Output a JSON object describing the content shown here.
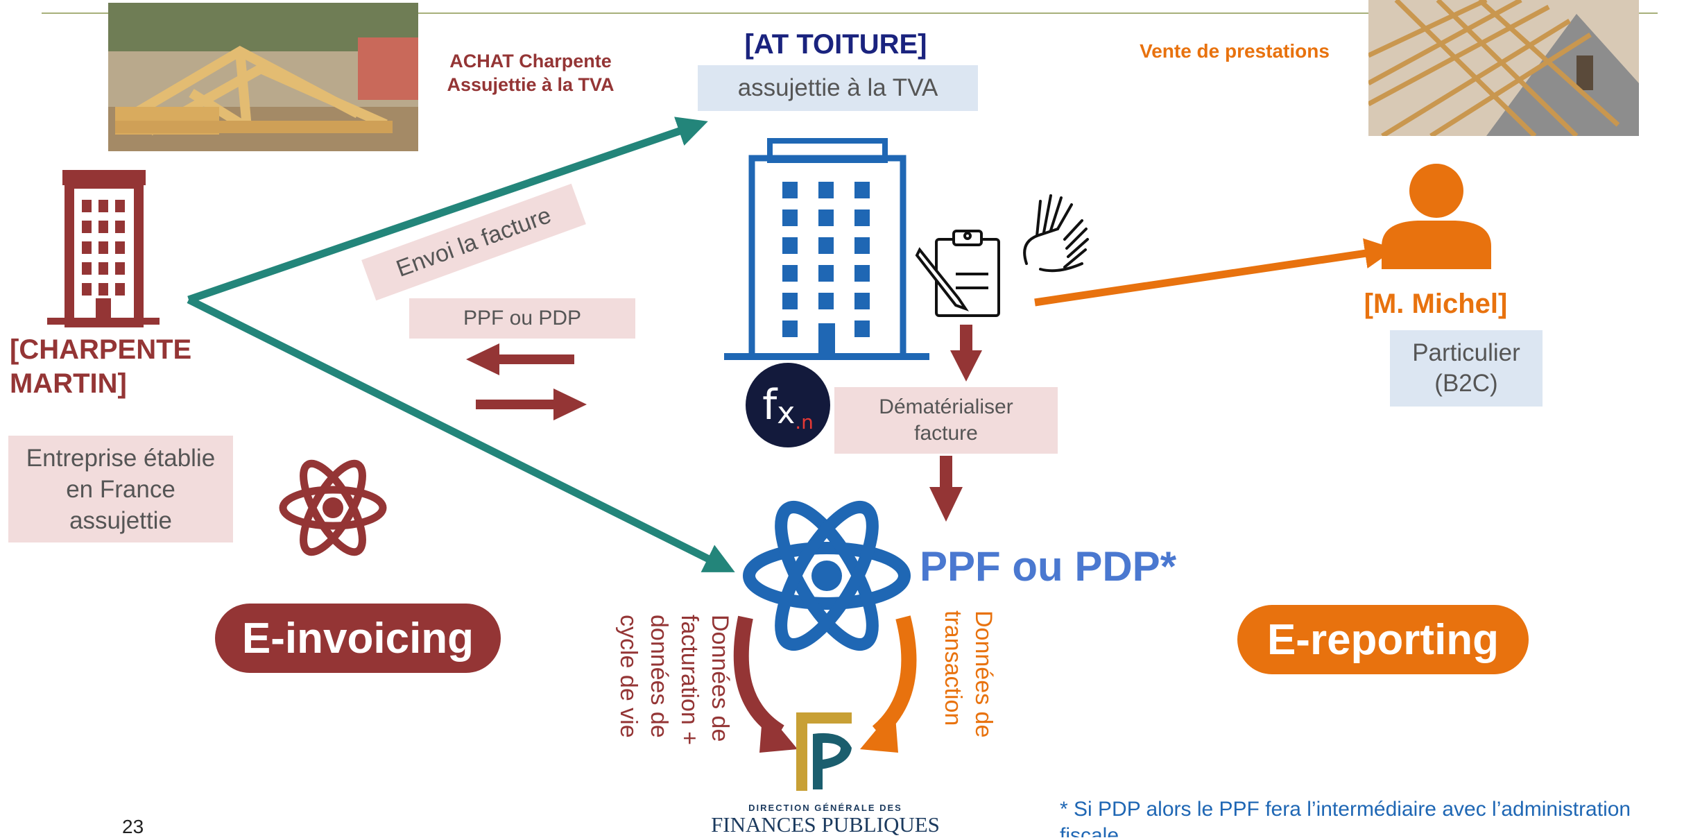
{
  "slide": {
    "page_number": "23",
    "colors": {
      "red": "#943535",
      "teal": "#23857a",
      "blue": "#1f67b4",
      "orange": "#e8720e",
      "navy": "#1a237e",
      "pink_box": "#f2dcdc",
      "blue_box": "#dce6f2",
      "ppf_blue": "#4a78d0"
    }
  },
  "left": {
    "company_name": "[CHARPENTE MARTIN]",
    "company_desc": "Entreprise établie en France assujettie",
    "einvoicing_label": "E-invoicing"
  },
  "top": {
    "purchase_label": "ACHAT Charpente Assujettie à la TVA",
    "center_company": "[AT TOITURE]",
    "center_desc": "assujettie à la TVA",
    "sales_label": "Vente de prestations"
  },
  "middle": {
    "send_invoice": "Envoi la facture",
    "ppf_pdp_small": "PPF ou PDP",
    "dematerialize": "Dématérialiser facture",
    "fx_logo_f": "f",
    "fx_logo_x": "x",
    "fx_logo_n": ".n",
    "ppf_pdp_big": "PPF ou PDP*",
    "billing_data": "Données de facturation + données de cycle de vie",
    "transaction_data": "Données de transaction"
  },
  "right": {
    "customer_name": "[M. Michel]",
    "customer_desc": "Particulier (B2C)",
    "ereporting_label": "E-reporting"
  },
  "footer": {
    "dgfip_top": "DIRECTION GÉNÉRALE DES",
    "dgfip_bottom": "FINANCES PUBLIQUES",
    "footnote": "* Si PDP alors le PPF fera l’intermédiaire avec l’administration fiscale"
  }
}
